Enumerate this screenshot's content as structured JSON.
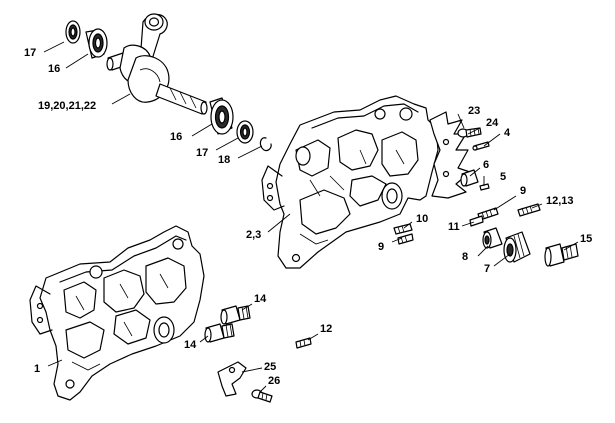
{
  "callouts": {
    "c17a": "17",
    "c16a": "16",
    "c19_22": "19,20,21,22",
    "c16b": "16",
    "c17b": "17",
    "c18": "18",
    "c23": "23",
    "c24": "24",
    "c4": "4",
    "c6": "6",
    "c5": "5",
    "c9a": "9",
    "c12_13": "12,13",
    "c10": "10",
    "c9b": "9",
    "c11": "11",
    "c2_3": "2,3",
    "c8": "8",
    "c7": "7",
    "c15": "15",
    "c14a": "14",
    "c14b": "14",
    "c12": "12",
    "c1": "1",
    "c25": "25",
    "c26": "26"
  }
}
